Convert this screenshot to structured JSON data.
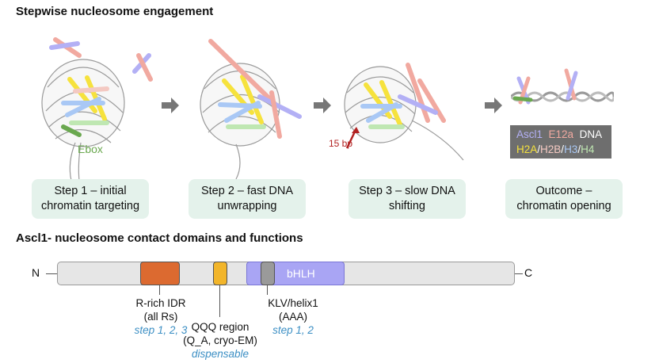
{
  "title_top": "Stepwise nucleosome engagement",
  "title_bottom": "Ascl1- nucleosome contact domains and functions",
  "ebox_label": "Ebox",
  "shift_label": "15 bp",
  "steps": [
    {
      "line1": "Step 1 – initial",
      "line2": "chromatin targeting"
    },
    {
      "line1": "Step 2 – fast DNA",
      "line2": "unwrapping"
    },
    {
      "line1": "Step 3 – slow DNA",
      "line2": "shifting"
    },
    {
      "line1": "Outcome –",
      "line2": "chromatin opening"
    }
  ],
  "legend": {
    "row1": [
      "Ascl1",
      "E12a",
      "DNA"
    ],
    "row2": [
      "H2A",
      "/",
      "H2B",
      "/",
      "H3",
      "/",
      "H4"
    ],
    "colors": {
      "Ascl1": "#b3b0f5",
      "E12a": "#f1a9a0",
      "DNA": "#ffffff",
      "H2A": "#f6e23d",
      "H2B": "#f4c9c2",
      "H3": "#a9c8f5",
      "H4": "#bfe7b2"
    }
  },
  "protein": {
    "n_term": "N",
    "c_term": "C",
    "bhlh": "bHLH",
    "domain_colors": {
      "r_rich": "#dc6a30",
      "qqq": "#f2b52a",
      "bhlh": "#a9a5f4",
      "klv": "#9a9a9a"
    }
  },
  "annotations": {
    "r_rich": {
      "line1": "R-rich IDR",
      "line2": "(all Rs)",
      "line3": "step 1, 2, 3"
    },
    "qqq": {
      "line1": "QQQ region",
      "line2": "(Q_A, cryo-EM)",
      "line3": "dispensable"
    },
    "klv": {
      "line1": "KLV/helix1",
      "line2": "(AAA)",
      "line3": "step 1, 2"
    }
  }
}
